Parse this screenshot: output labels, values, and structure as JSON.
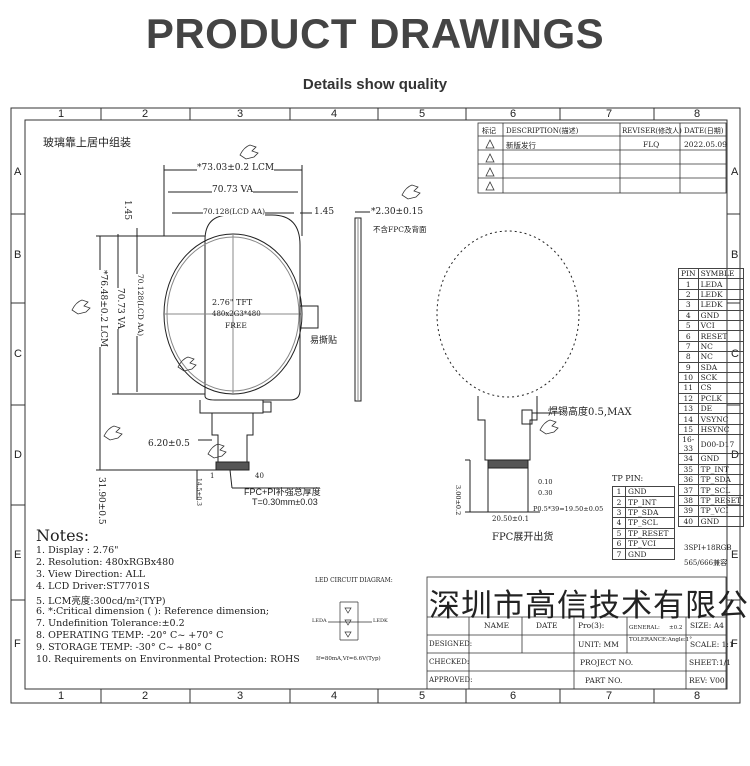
{
  "header": {
    "title": "PRODUCT DRAWINGS",
    "subtitle": "Details show quality"
  },
  "frame": {
    "columns": [
      "1",
      "2",
      "3",
      "4",
      "5",
      "6",
      "7",
      "8"
    ],
    "rows": [
      "A",
      "B",
      "C",
      "D",
      "E",
      "F"
    ]
  },
  "drawing": {
    "glass_note": "玻璃靠上居中组装",
    "dim_lcm_w": "*73.03±0.2 LCM",
    "dim_va_w": "70.73 VA",
    "dim_aa_w": "70.128(LCD AA)",
    "dim_145_top": "1.45",
    "dim_145_left": "1.45",
    "dim_thk": "*2.30±0.15",
    "thk_note": "不含FPC及背面",
    "dim_lcm_h": "*76.48±0.2 LCM",
    "dim_va_h": "70.73 VA",
    "dim_aa_h": "70.128(LCD AA)",
    "center_l1": "2.76\"  TFT",
    "center_l2": "480x2G3*480",
    "center_l3": "FREE",
    "sticker": "易撕贴",
    "dim_620": "6.20±0.5",
    "dim_3190": "31.90±0.5",
    "dim_small": "14.5±0.3",
    "pin1": "1",
    "pin40": "40",
    "fpc_pi": "FPC+PI补强总厚度",
    "fpc_t": "T=0.30mm±0.03",
    "solder": "焊锡高度0.5,MAX",
    "fpc_unfold": "FPC展开出货",
    "dim_2050": "20.50±0.1",
    "dim_pitch": "P0.5*39=19.50±0.05",
    "dim_010": "0.10",
    "dim_030": "0.30",
    "dim_300": "3.00±0.2",
    "led_title": "LED CIRCUIT DIAGRAM:",
    "led_a": "LEDA",
    "led_k": "LEDK",
    "led_spec": "If=80mA,Vf=6.6V(Typ)"
  },
  "revision": {
    "headers": [
      "标记",
      "DESCRIPTION(描述)",
      "REVISER(修改人)",
      "DATE(日期)"
    ],
    "rows": [
      {
        "desc": "新版发行",
        "reviser": "FLQ",
        "date": "2022.05.09"
      }
    ]
  },
  "pins": {
    "header": [
      "PIN",
      "SYMBLE"
    ],
    "rows": [
      [
        "1",
        "LEDA"
      ],
      [
        "2",
        "LEDK"
      ],
      [
        "3",
        "LEDK"
      ],
      [
        "4",
        "GND"
      ],
      [
        "5",
        "VCI"
      ],
      [
        "6",
        "RESET"
      ],
      [
        "7",
        "NC"
      ],
      [
        "8",
        "NC"
      ],
      [
        "9",
        "SDA"
      ],
      [
        "10",
        "SCK"
      ],
      [
        "11",
        "CS"
      ],
      [
        "12",
        "PCLK"
      ],
      [
        "13",
        "DE"
      ],
      [
        "14",
        "VSYNC"
      ],
      [
        "15",
        "HSYNC"
      ],
      [
        "16-33",
        "D00-D17"
      ],
      [
        "34",
        "GND"
      ],
      [
        "35",
        "TP_INT"
      ],
      [
        "36",
        "TP_SDA"
      ],
      [
        "37",
        "TP_SCL"
      ],
      [
        "38",
        "TP_RESET"
      ],
      [
        "39",
        "TP_VCI"
      ],
      [
        "40",
        "GND"
      ]
    ],
    "footer1": "3SPI+18RGB",
    "footer2": "565/666兼容"
  },
  "tp_pins": {
    "title": "TP PIN:",
    "rows": [
      [
        "1",
        "GND"
      ],
      [
        "2",
        "TP_INT"
      ],
      [
        "3",
        "TP_SDA"
      ],
      [
        "4",
        "TP_SCL"
      ],
      [
        "5",
        "TP_RESET"
      ],
      [
        "6",
        "TP_VCI"
      ],
      [
        "7",
        "GND"
      ]
    ]
  },
  "notes": {
    "title": "Notes:",
    "items": [
      "1. Display : 2.76\"",
      "2. Resolution: 480xRGBx480",
      "3. View Direction: ALL",
      "4. LCD Driver:ST7701S",
      "5. LCM亮度:300cd/m²(TYP)",
      "6. *:Critical dimension  ( ): Reference dimension;",
      "7. Undefinition Tolerance:±0.2",
      "8. OPERATING TEMP: -20° C~ +70° C",
      "9. STORAGE TEMP: -30° C~ +80° C",
      "10. Requirements on Environmental Protection: ROHS"
    ]
  },
  "title_block": {
    "company": "深圳市高信技术有限公司",
    "name": "NAME",
    "date": "DATE",
    "proj": "Pro(3):",
    "size": "SIZE: A4",
    "designed": "DESIGNED:",
    "unit": "UNIT:  MM",
    "general": "GENERAL:",
    "general_val": "±0.2",
    "tolerance": "TOLERANCE:Angle:1°",
    "scale": "SCALE: 1:1",
    "checked": "CHECKED:",
    "project_no": "PROJECT NO.",
    "sheet": "SHEET:1/1",
    "approved": "APPROVED:",
    "part_no": "PART NO.",
    "rev": "REV:  V00"
  }
}
